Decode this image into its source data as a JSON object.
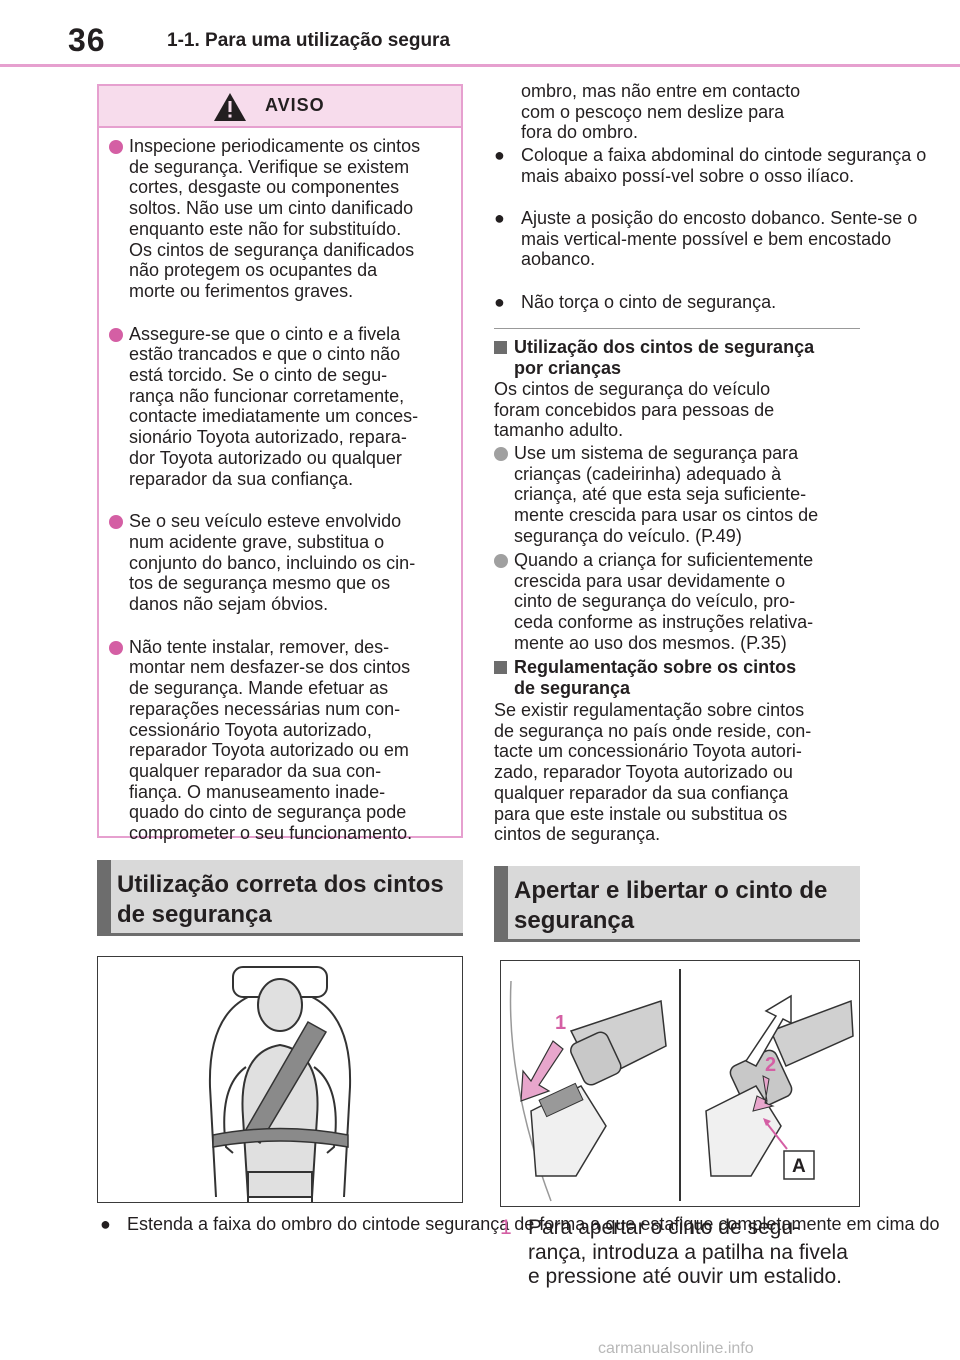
{
  "header": {
    "page_number": "36",
    "section_title": "1-1. Para uma utilização segura"
  },
  "warning": {
    "title": "AVISO",
    "items": [
      {
        "lines": [
          "Inspecione periodicamente os cintos",
          "de segurança. Verifique se existem",
          "cortes, desgaste ou componentes",
          "soltos. Não use um cinto danificado",
          "enquanto este não for substituído.",
          "Os cintos de segurança danificados",
          "não protegem os ocupantes da",
          "morte ou ferimentos graves."
        ]
      },
      {
        "lines": [
          "Assegure-se que o cinto e a fivela",
          "estão trancados e que o cinto não",
          "está torcido. Se o cinto de segu-",
          "rança não funcionar corretamente,",
          "contacte imediatamente um conces-",
          "sionário Toyota autorizado, repara-",
          "dor Toyota autorizado ou qualquer",
          "reparador da sua confiança."
        ]
      },
      {
        "lines": [
          "Se o seu veículo esteve envolvido",
          "num acidente grave, substitua o",
          "conjunto do banco, incluindo os cin-",
          "tos de segurança mesmo que os",
          "danos não sejam óbvios."
        ]
      },
      {
        "lines": [
          "Não tente instalar, remover, des-",
          "montar nem desfazer-se dos cintos",
          "de segurança. Mande efetuar as",
          "reparações necessárias num con-",
          "cessionário Toyota autorizado,",
          "reparador Toyota autorizado ou em",
          "qualquer reparador da sua con-",
          "fiança. O manuseamento inade-",
          "quado do cinto de segurança pode",
          "comprometer o seu funcionamento."
        ]
      }
    ]
  },
  "left_banner": {
    "lines": [
      "Utilização correta dos cintos",
      "de segurança"
    ]
  },
  "left_bullet": {
    "mark": "●",
    "lines": [
      "Estenda a faixa do ombro do cinto",
      "de segurança de forma a que esta",
      "fique completamente em cima do"
    ]
  },
  "right_col": {
    "continuation": [
      "ombro, mas não entre em contacto",
      "com o pescoço nem deslize para",
      "fora do ombro."
    ],
    "bullets": [
      {
        "mark": "●",
        "lines": [
          "Coloque a faixa abdominal do cinto",
          "de segurança o mais abaixo possí-",
          "vel sobre o osso ilíaco."
        ]
      },
      {
        "mark": "●",
        "lines": [
          "Ajuste a posição do encosto do",
          "banco. Sente-se o mais vertical-",
          "mente possível e bem encostado ao",
          "banco."
        ]
      },
      {
        "mark": "●",
        "lines": [
          "Não torça o cinto de segurança."
        ]
      }
    ],
    "children": {
      "heading": [
        "Utilização dos cintos de segurança",
        "por crianças"
      ],
      "intro": [
        "Os cintos de segurança do veículo",
        "foram concebidos para pessoas de",
        "tamanho adulto."
      ],
      "items": [
        {
          "lines": [
            "Use um sistema de segurança para",
            "crianças (cadeirinha) adequado à",
            "criança, até que esta seja suficiente-",
            "mente crescida para usar os cintos de",
            "segurança do veículo. (P.49)"
          ]
        },
        {
          "lines": [
            "Quando a criança for suficientemente",
            "crescida para usar devidamente o",
            "cinto de segurança do veículo, pro-",
            "ceda conforme as instruções relativa-",
            "mente ao uso dos mesmos. (P.35)"
          ]
        }
      ]
    },
    "regulation": {
      "heading": [
        "Regulamentação sobre os cintos",
        "de segurança"
      ],
      "lines": [
        "Se existir regulamentação sobre cintos",
        "de segurança no país onde reside, con-",
        "tacte um concessionário Toyota autori-",
        "zado, reparador Toyota autorizado ou",
        "qualquer reparador da sua confiança",
        "para que este instale ou substitua os",
        "cintos de segurança."
      ]
    },
    "banner": {
      "lines": [
        "Apertar e libertar o cinto de",
        "segurança"
      ]
    },
    "figure_labels": {
      "one": "1",
      "two": "2",
      "a": "A"
    },
    "step": {
      "number": "1",
      "lines": [
        "Para apertar o cinto de segu-",
        "rança, introduza a patilha na fivela",
        "e pressione até ouvir um estalido."
      ]
    }
  },
  "footer": {
    "watermark": "carmanualsonline.info"
  },
  "colors": {
    "accent_pink": "#d45fa4",
    "border_pink": "#e6a0cf",
    "banner_gray": "#d9d9d9",
    "banner_dark": "#6d6d6d"
  }
}
